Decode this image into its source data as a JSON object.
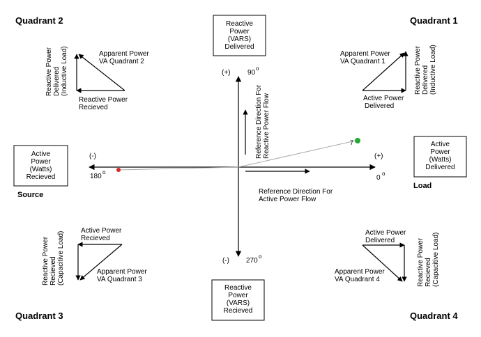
{
  "quadrants": {
    "q1": "Quadrant 1",
    "q2": "Quadrant 2",
    "q3": "Quadrant 3",
    "q4": "Quadrant 4"
  },
  "boxes": {
    "top": [
      "Reactive",
      "Power",
      "(VARS)",
      "Delivered"
    ],
    "bottom": [
      "Reactive",
      "Power",
      "(VARS)",
      "Recieved"
    ],
    "left": [
      "Active",
      "Power",
      "(Watts)",
      "Recieved"
    ],
    "right": [
      "Active",
      "Power",
      "(Watts)",
      "Delivered"
    ]
  },
  "axes": {
    "deg90": "90",
    "deg270": "270",
    "deg180": "180",
    "deg0": "0",
    "degree_mark": "o",
    "plus_top": "(+)",
    "minus_bottom": "(-)",
    "minus_left": "(-)",
    "plus_right": "(+)"
  },
  "sides": {
    "source": "Source",
    "load": "Load"
  },
  "reference": {
    "active": [
      "Reference Direction For",
      "Active Power Flow"
    ],
    "reactive": [
      "Reference Direction For",
      "Reactive Power Flow"
    ]
  },
  "q1": {
    "apparent": [
      "Apparent Power",
      "VA Quadrant 1"
    ],
    "active": [
      "Active Power",
      "Delivered"
    ],
    "reactive": [
      "Reactive Power",
      "Delivered",
      "(Inductive Load)"
    ]
  },
  "q2": {
    "apparent": [
      "Apparent Power",
      "VA Quadrant 2"
    ],
    "reactive_h": [
      "Reactive Power",
      "Recieved"
    ],
    "reactive_v": [
      "Reactive Power",
      "Delivered",
      "(Inductive Load)"
    ]
  },
  "q3": {
    "active": [
      "Active Power",
      "Recieved"
    ],
    "apparent": [
      "Apparent Power",
      "VA Quadrant 3"
    ],
    "reactive": [
      "Reactive Power",
      "Recieved",
      "(Capacitive Load)"
    ]
  },
  "q4": {
    "active": [
      "Active Power",
      "Delivered"
    ],
    "apparent": [
      "Apparent Power",
      "VA Quadrant 4"
    ],
    "reactive": [
      "Reactive Power",
      "Recieved",
      "(Capacitive Load)"
    ]
  },
  "markers": {
    "green_color": "#22aa33",
    "red_color": "#dd2222",
    "green_label": "7"
  }
}
